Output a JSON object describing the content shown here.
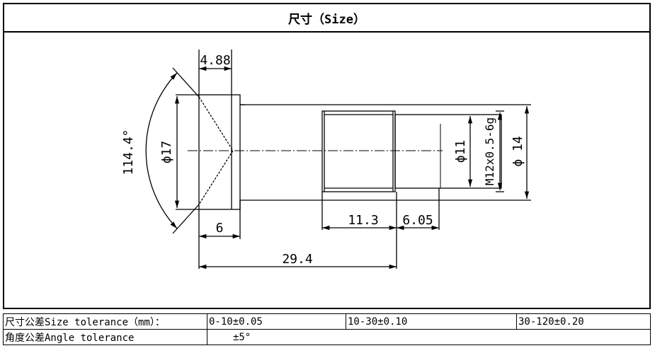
{
  "title": "尺寸（Size）",
  "dimensions": {
    "head_length": "4.88",
    "cone_angle": "114.4°",
    "head_diameter": "ϕ17",
    "head_thickness": "6",
    "total_length": "29.4",
    "thread_length": "11.3",
    "tip_length": "6.05",
    "tip_diameter": "ϕ11",
    "thread_spec": "M12x0.5-6g",
    "shank_diameter": "ϕ 14"
  },
  "tolerance": {
    "size_label": "尺寸公差Size tolerance（mm）：",
    "size_ranges": [
      "0-10±0.05",
      "10-30±0.10",
      "30-120±0.20"
    ],
    "angle_label": "角度公差Angle tolerance",
    "angle_value": "±5°"
  }
}
